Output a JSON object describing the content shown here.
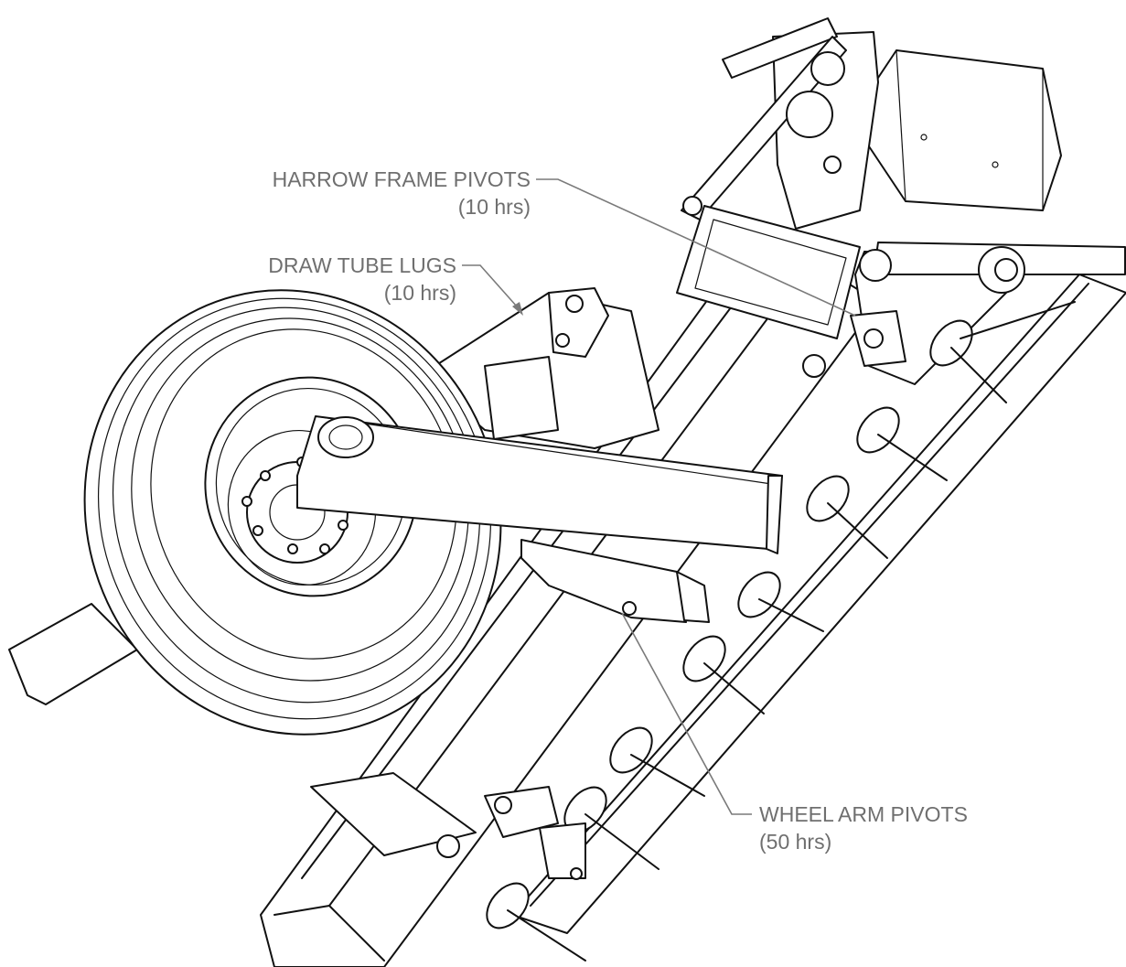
{
  "callouts": {
    "harrow_frame_pivots": {
      "title": "HARROW FRAME PIVOTS",
      "interval": "(10 hrs)"
    },
    "draw_tube_lugs": {
      "title": "DRAW TUBE LUGS",
      "interval": "(10 hrs)"
    },
    "wheel_arm_pivots": {
      "title": "WHEEL ARM PIVOTS",
      "interval": "(50 hrs)"
    }
  },
  "colors": {
    "line": "#111111",
    "label": "#6f6f6f",
    "leader": "#7a7a7a",
    "background": "#ffffff"
  }
}
